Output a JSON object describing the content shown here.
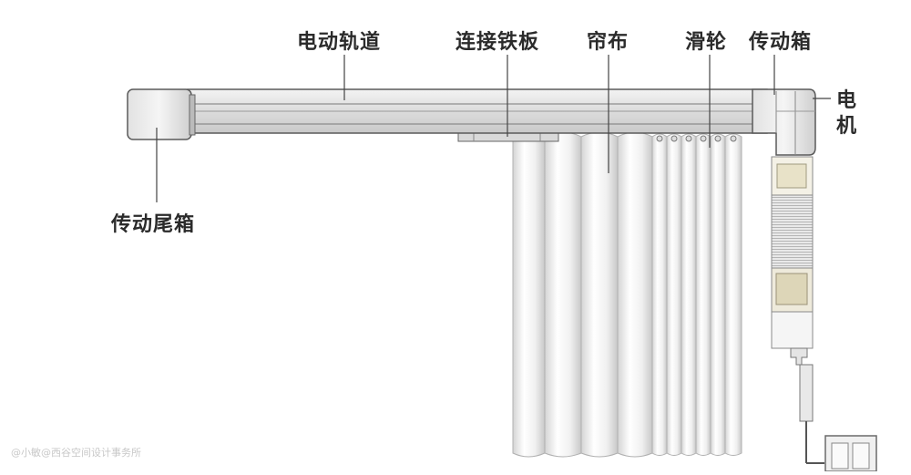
{
  "labels": {
    "rail": "电动轨道",
    "plate": "连接铁板",
    "curtain": "帘布",
    "pulley": "滑轮",
    "gearbox": "传动箱",
    "motor_1": "电",
    "motor_2": "机",
    "tail_box": "传动尾箱"
  },
  "watermark": "@小敏@西谷空间设计事务所",
  "colors": {
    "rail_light": "#e6e6e6",
    "rail_edge": "#5a5a5a",
    "curtain_fold": "#f2f2f2",
    "curtain_shadow": "#cfcfcf",
    "label_text": "#2b2b2b"
  }
}
